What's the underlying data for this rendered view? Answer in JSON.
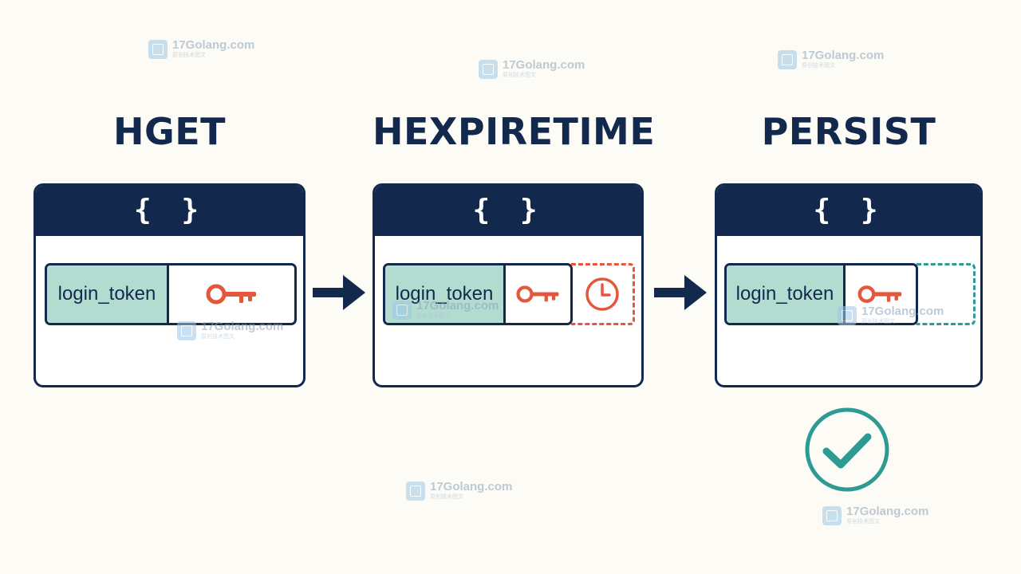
{
  "stages": [
    {
      "title": "HGET",
      "header_symbol": "{ }",
      "field": "login_token",
      "ttl": "none"
    },
    {
      "title": "HEXPIRETIME",
      "header_symbol": "{ }",
      "field": "login_token",
      "ttl": "clock"
    },
    {
      "title": "PERSIST",
      "header_symbol": "{ }",
      "field": "login_token",
      "ttl": "empty"
    }
  ],
  "icons": {
    "value": "key-icon",
    "expiry": "clock-icon",
    "connector": "arrow-right-icon",
    "result": "check-circle-icon"
  },
  "colors": {
    "navy": "#12294d",
    "field_fill": "#b3dcd1",
    "key_accent": "#e5573c",
    "teal": "#2e9a94",
    "background": "#fdfbf5"
  },
  "watermark": {
    "text": "17Golang.com",
    "subtext": "原创技术图文"
  }
}
